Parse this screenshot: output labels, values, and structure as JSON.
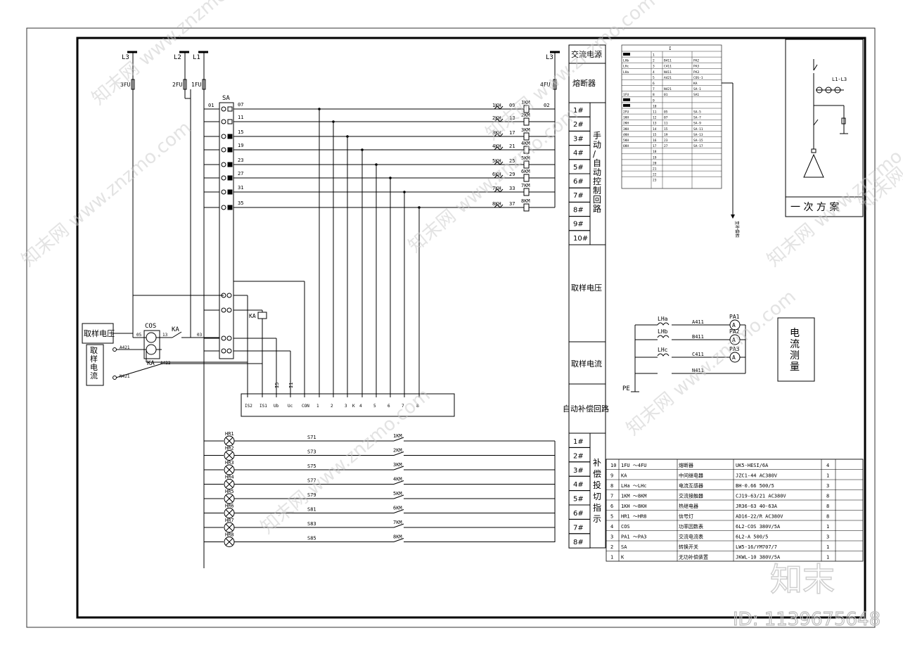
{
  "left": {
    "phases": [
      "L3",
      "L2",
      "L1"
    ],
    "fuses": [
      "3FU",
      "2FU",
      "1FU"
    ],
    "sa_label": "SA",
    "cos_label": "COS",
    "ka_label": "KA",
    "sample_voltage_label": "取样电压",
    "sample_current_label": "取样电流",
    "wires": [
      "01",
      "07",
      "11",
      "15",
      "19",
      "23",
      "27",
      "31",
      "35"
    ],
    "sensor_wires": [
      "05",
      "13",
      "03",
      "A421",
      "A422",
      "N421"
    ],
    "k_terminals": [
      "IS2",
      "IS1",
      "Ub",
      "Uc",
      "CON",
      "1",
      "2",
      "3",
      "K",
      "4",
      "5",
      "6",
      "7",
      "8"
    ],
    "k_vertical_wires": [
      "I5",
      "I1"
    ],
    "indicators": [
      {
        "lamp": "HR1",
        "wire": "S71",
        "contact": "1KM"
      },
      {
        "lamp": "HR2",
        "wire": "S73",
        "contact": "2KM"
      },
      {
        "lamp": "HR3",
        "wire": "S75",
        "contact": "3KM"
      },
      {
        "lamp": "HR4",
        "wire": "S77",
        "contact": "4KM"
      },
      {
        "lamp": "HR5",
        "wire": "S79",
        "contact": "5KM"
      },
      {
        "lamp": "HR6",
        "wire": "S81",
        "contact": "6KM"
      },
      {
        "lamp": "HR7",
        "wire": "S83",
        "contact": "7KM"
      },
      {
        "lamp": "HR8",
        "wire": "S85",
        "contact": "8KM"
      }
    ]
  },
  "control": {
    "right_phase": "L3",
    "right_fuse": "4FU",
    "end_wire": "02",
    "rows": [
      {
        "kh": "1KH",
        "wire": "09",
        "km": "1KM"
      },
      {
        "kh": "2KH",
        "wire": "13",
        "km": "2KM"
      },
      {
        "kh": "3KH",
        "wire": "17",
        "km": "3KM"
      },
      {
        "kh": "4KH",
        "wire": "21",
        "km": "4KM"
      },
      {
        "kh": "5KH",
        "wire": "25",
        "km": "5KM"
      },
      {
        "kh": "6KH",
        "wire": "29",
        "km": "6KM"
      },
      {
        "kh": "7KH",
        "wire": "33",
        "km": "7KM"
      },
      {
        "kh": "8KH",
        "wire": "37",
        "km": "8KM"
      }
    ]
  },
  "side_column": {
    "ac_power": "交流电源",
    "fuse": "熔断器",
    "numbers_top": [
      "1#",
      "2#",
      "3#",
      "4#",
      "5#",
      "6#",
      "7#",
      "8#",
      "9#",
      "10#"
    ],
    "manual_control_loop": "手动/自动控制回路",
    "sample_voltage": "取样电压",
    "sample_current": "取样电流",
    "auto_comp_loop": "自动补偿回路",
    "numbers_bottom": [
      "1#",
      "2#",
      "3#",
      "4#",
      "5#",
      "6#",
      "7#",
      "8#"
    ],
    "comp_switch_indicate": "补偿投切指示"
  },
  "terminal_table": {
    "header": "I",
    "rows": [
      [
        "",
        "1",
        "",
        ""
      ],
      [
        "LHb",
        "2",
        "B411",
        "PA2"
      ],
      [
        "LHc",
        "3",
        "C411",
        "PA3"
      ],
      [
        "LHa",
        "4",
        "N411",
        "PA3"
      ],
      [
        "",
        "5",
        "A421",
        "COS-1"
      ],
      [
        "",
        "6",
        "",
        "KA"
      ],
      [
        "",
        "7",
        "N421",
        "SA-1"
      ],
      [
        "1FU",
        "8",
        "01",
        "SA1"
      ],
      [
        "",
        "9",
        "",
        ""
      ],
      [
        "",
        "10",
        "",
        ""
      ],
      [
        "2FU",
        "11",
        "05",
        "SA-5"
      ],
      [
        "1KH",
        "12",
        "07",
        "SA-7"
      ],
      [
        "2KH",
        "13",
        "11",
        "SA-9"
      ],
      [
        "3KH",
        "14",
        "15",
        "SA-11"
      ],
      [
        "4KH",
        "15",
        "19",
        "SA-13"
      ],
      [
        "5KH",
        "16",
        "23",
        "SA-15"
      ],
      [
        "6KH",
        "17",
        "27",
        "SA-17"
      ],
      [
        "",
        "18",
        "",
        ""
      ],
      [
        "",
        "19",
        "",
        ""
      ],
      [
        "",
        "20",
        "",
        ""
      ],
      [
        "",
        "21",
        "",
        ""
      ],
      [
        "",
        "22",
        "",
        ""
      ],
      [
        "",
        "23",
        "",
        ""
      ]
    ],
    "arrow_label": "至补偿柜"
  },
  "primary_scheme": {
    "label_l": "L1-L3",
    "title": "一 次 方 案"
  },
  "current_measure": {
    "cts": [
      "LHa",
      "LHb",
      "LHc"
    ],
    "wires": [
      "A411",
      "B411",
      "C411",
      "N411"
    ],
    "meters": [
      "PA1",
      "PA2",
      "PA3"
    ],
    "pe": "PE",
    "title": "电流测量"
  },
  "bom": [
    {
      "no": "10",
      "code": "1FU ～4FU",
      "name": "熔断器",
      "model": "UK5-HESI/6A",
      "qty": "4"
    },
    {
      "no": "9",
      "code": "KA",
      "name": "中间继电器",
      "model": "JZC1-44  AC380V",
      "qty": "1"
    },
    {
      "no": "8",
      "code": "LHa ～LHc",
      "name": "电流互感器",
      "model": "BH-0.66  500/5",
      "qty": "3"
    },
    {
      "no": "7",
      "code": "1KM ～8KM",
      "name": "交流接触器",
      "model": "CJ19-63/21  AC380V",
      "qty": "8"
    },
    {
      "no": "6",
      "code": "1KH ～8KH",
      "name": "热继电器",
      "model": "JR36-63 40-63A",
      "qty": "8"
    },
    {
      "no": "5",
      "code": "HR1 ～HR8",
      "name": "信号灯",
      "model": "AD16-22/R  AC380V",
      "qty": "8"
    },
    {
      "no": "4",
      "code": "COS",
      "name": "功率因数表",
      "model": "6L2-COS  380V/5A",
      "qty": "1"
    },
    {
      "no": "3",
      "code": "PA1 ～PA3",
      "name": "交流电流表",
      "model": "6L2-A  500/5",
      "qty": "3"
    },
    {
      "no": "2",
      "code": "SA",
      "name": "转换开关",
      "model": "LW5-16/YM707/7",
      "qty": "1"
    },
    {
      "no": "1",
      "code": "K",
      "name": "无功补偿装置",
      "model": "JKWL-10  380V/5A",
      "qty": "1"
    }
  ],
  "watermark": {
    "site": "www.znzmo.com",
    "brand": "知末网",
    "logo": "知末",
    "id": "ID: 1139675648"
  }
}
